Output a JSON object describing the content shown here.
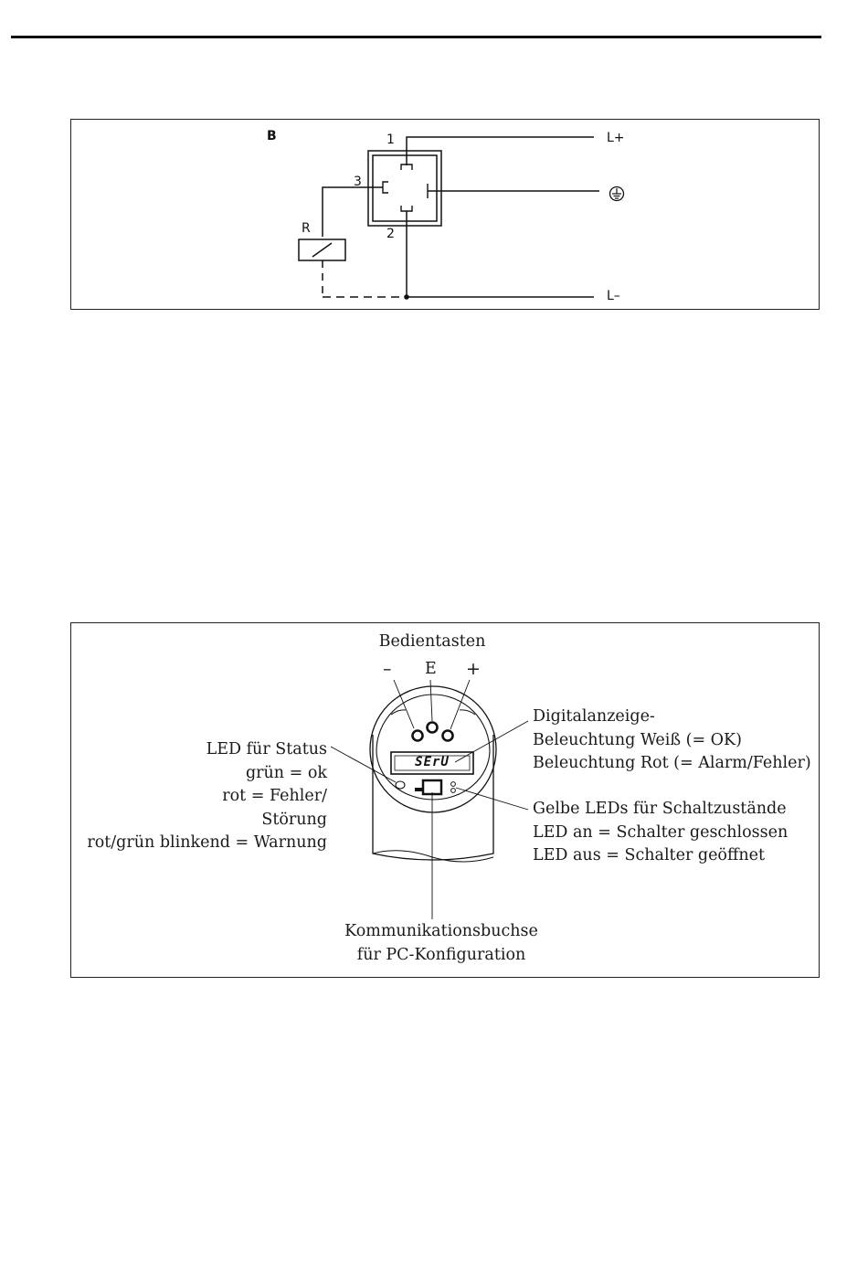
{
  "wiring": {
    "figure_letter": "B",
    "pins": [
      "1",
      "2",
      "3"
    ],
    "relay_label": "R",
    "terminal_plus": "L+",
    "terminal_minus": "L–",
    "ground_symbol": "protective-earth-icon"
  },
  "device": {
    "buttons_title": "Bedientasten",
    "button_minus": "–",
    "button_e": "E",
    "button_plus": "+",
    "display_text": "SErU",
    "led_status": [
      "LED für Status",
      "grün = ok",
      "rot = Fehler/",
      "Störung",
      "rot/grün blinkend = Warnung"
    ],
    "display_backlight": [
      "Digitalanzeige-",
      "Beleuchtung Weiß (= OK)",
      "Beleuchtung Rot (= Alarm/Fehler)"
    ],
    "switch_leds": [
      "Gelbe LEDs für Schaltzustände",
      "LED an = Schalter geschlossen",
      "LED aus = Schalter geöffnet"
    ],
    "comm_socket": [
      "Kommunikationsbuchse",
      "für PC-Konfiguration"
    ]
  }
}
